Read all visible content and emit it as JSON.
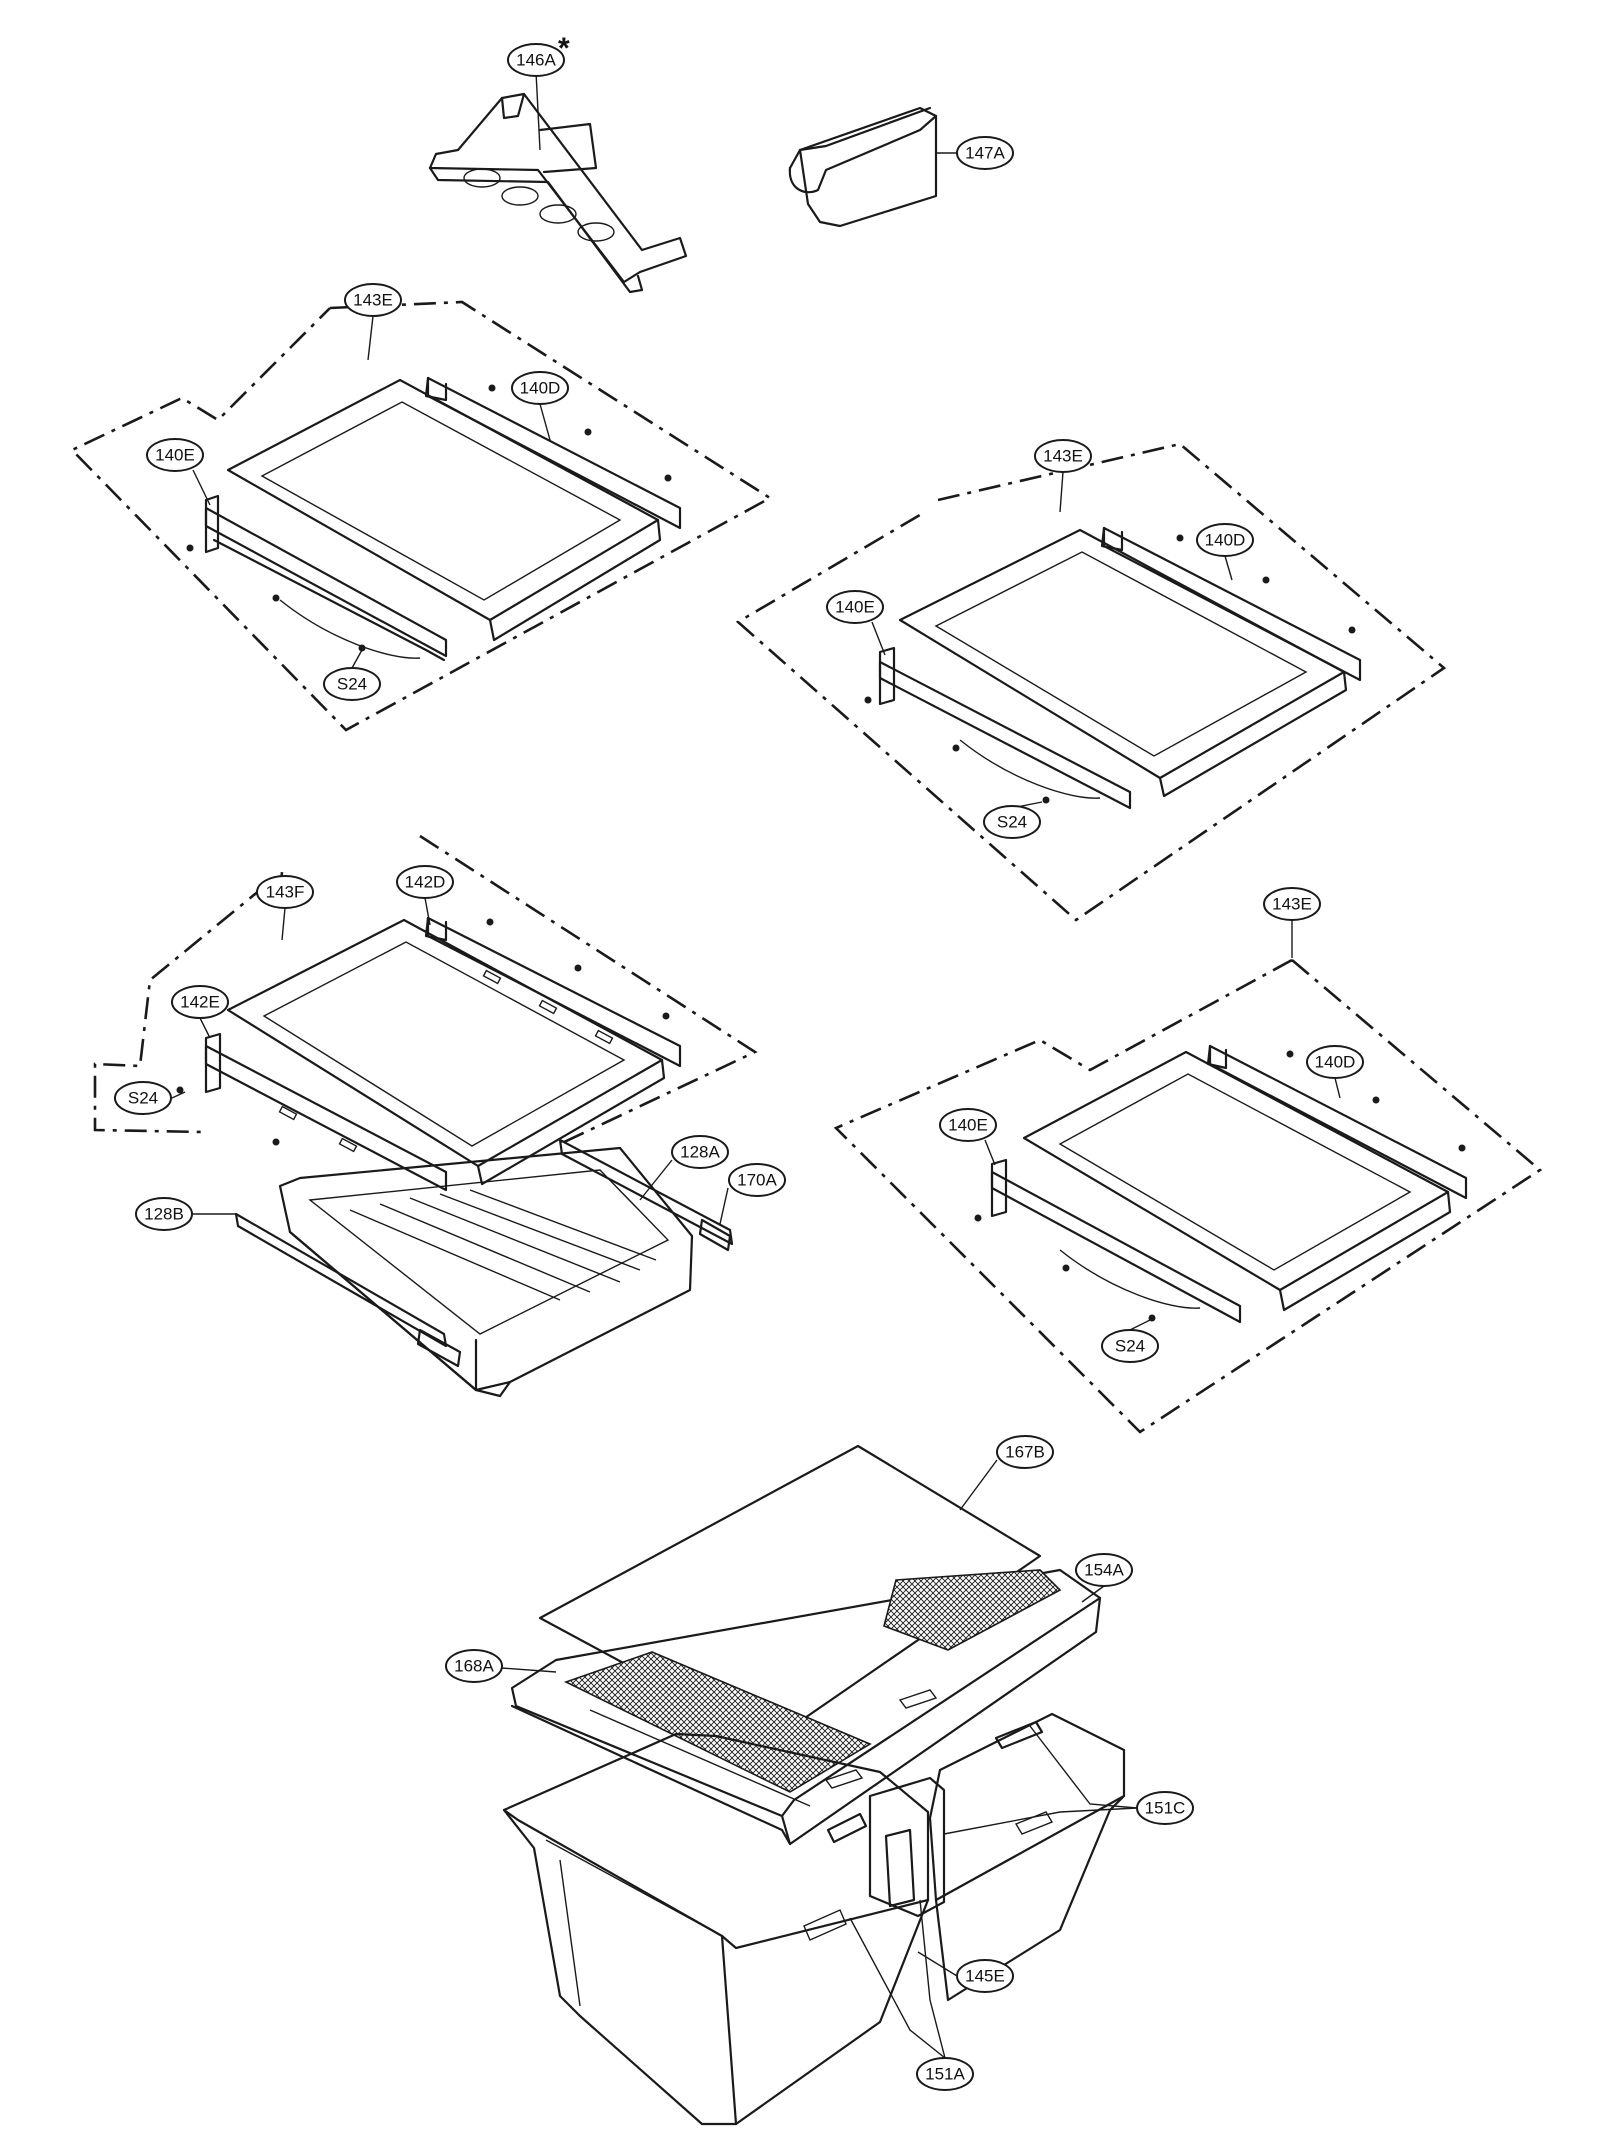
{
  "diagram": {
    "type": "exploded parts diagram",
    "callouts": {
      "c146A": "146A",
      "c147A": "147A",
      "c143E_1": "143E",
      "c140D_1": "140D",
      "c140E_1": "140E",
      "c S24_1": "S24",
      "c143E_2": "143E",
      "c140D_2": "140D",
      "c140E_2": "140E",
      "cS24_2": "S24",
      "c143F": "143F",
      "c142D": "142D",
      "c142E": "142E",
      "cS24_3": "S24",
      "c128A": "128A",
      "c170A": "170A",
      "c128B": "128B",
      "c143E_3": "143E",
      "c140D_3": "140D",
      "c140E_3": "140E",
      "cS24_4": "S24",
      "c167B": "167B",
      "c154A": "154A",
      "c168A": "168A",
      "c151C": "151C",
      "c145E": "145E",
      "c151A": "151A"
    },
    "asterisk": "*"
  }
}
